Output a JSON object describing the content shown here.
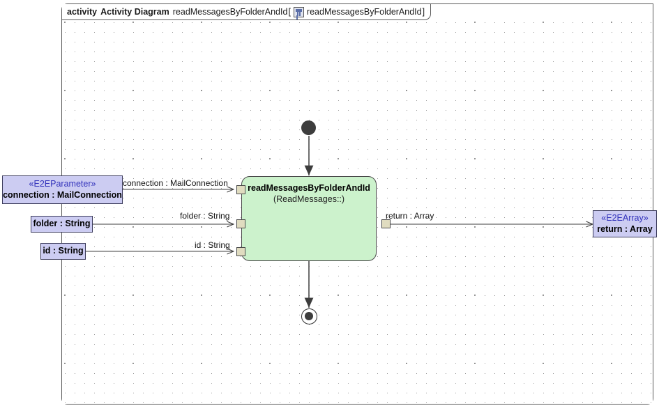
{
  "frame": {
    "keyword": "activity",
    "type_label": "Activity Diagram",
    "name": "readMessagesByFolderAndId",
    "bracket_open": "[",
    "icon": "activity-diagram-icon",
    "qualified_name": "readMessagesByFolderAndId",
    "bracket_close": "]"
  },
  "colors": {
    "parameter_fill": "#ccccf2",
    "parameter_border": "#3a3a5a",
    "stereotype_text": "#3333bb",
    "activity_fill": "#ccf2cc",
    "activity_border": "#4a4a4a",
    "pin_fill": "#e0dcc0",
    "node_fill": "#3d3d3d",
    "grid_dot": "#9a9a9a",
    "frame_border": "#5a5a5a"
  },
  "nodes": {
    "initial": {
      "name": "initial-node"
    },
    "final": {
      "name": "activity-final-node"
    },
    "activity": {
      "title": "readMessagesByFolderAndId",
      "subtitle": "(ReadMessages::)"
    }
  },
  "parameters": [
    {
      "id": "connection",
      "stereotype": "«E2EParameter»",
      "label": "connection : MailConnection"
    },
    {
      "id": "folder",
      "stereotype": "",
      "label": "folder : String"
    },
    {
      "id": "id",
      "stereotype": "",
      "label": "id : String"
    }
  ],
  "output": {
    "id": "return",
    "stereotype": "«E2EArray»",
    "label": "return : Array"
  },
  "edge_labels": {
    "connection": "connection : MailConnection",
    "folder": "folder : String",
    "id": "id : String",
    "return": "return : Array"
  },
  "pins": [
    {
      "name": "input-pin-connection"
    },
    {
      "name": "input-pin-folder"
    },
    {
      "name": "input-pin-id"
    },
    {
      "name": "output-pin-return"
    }
  ]
}
